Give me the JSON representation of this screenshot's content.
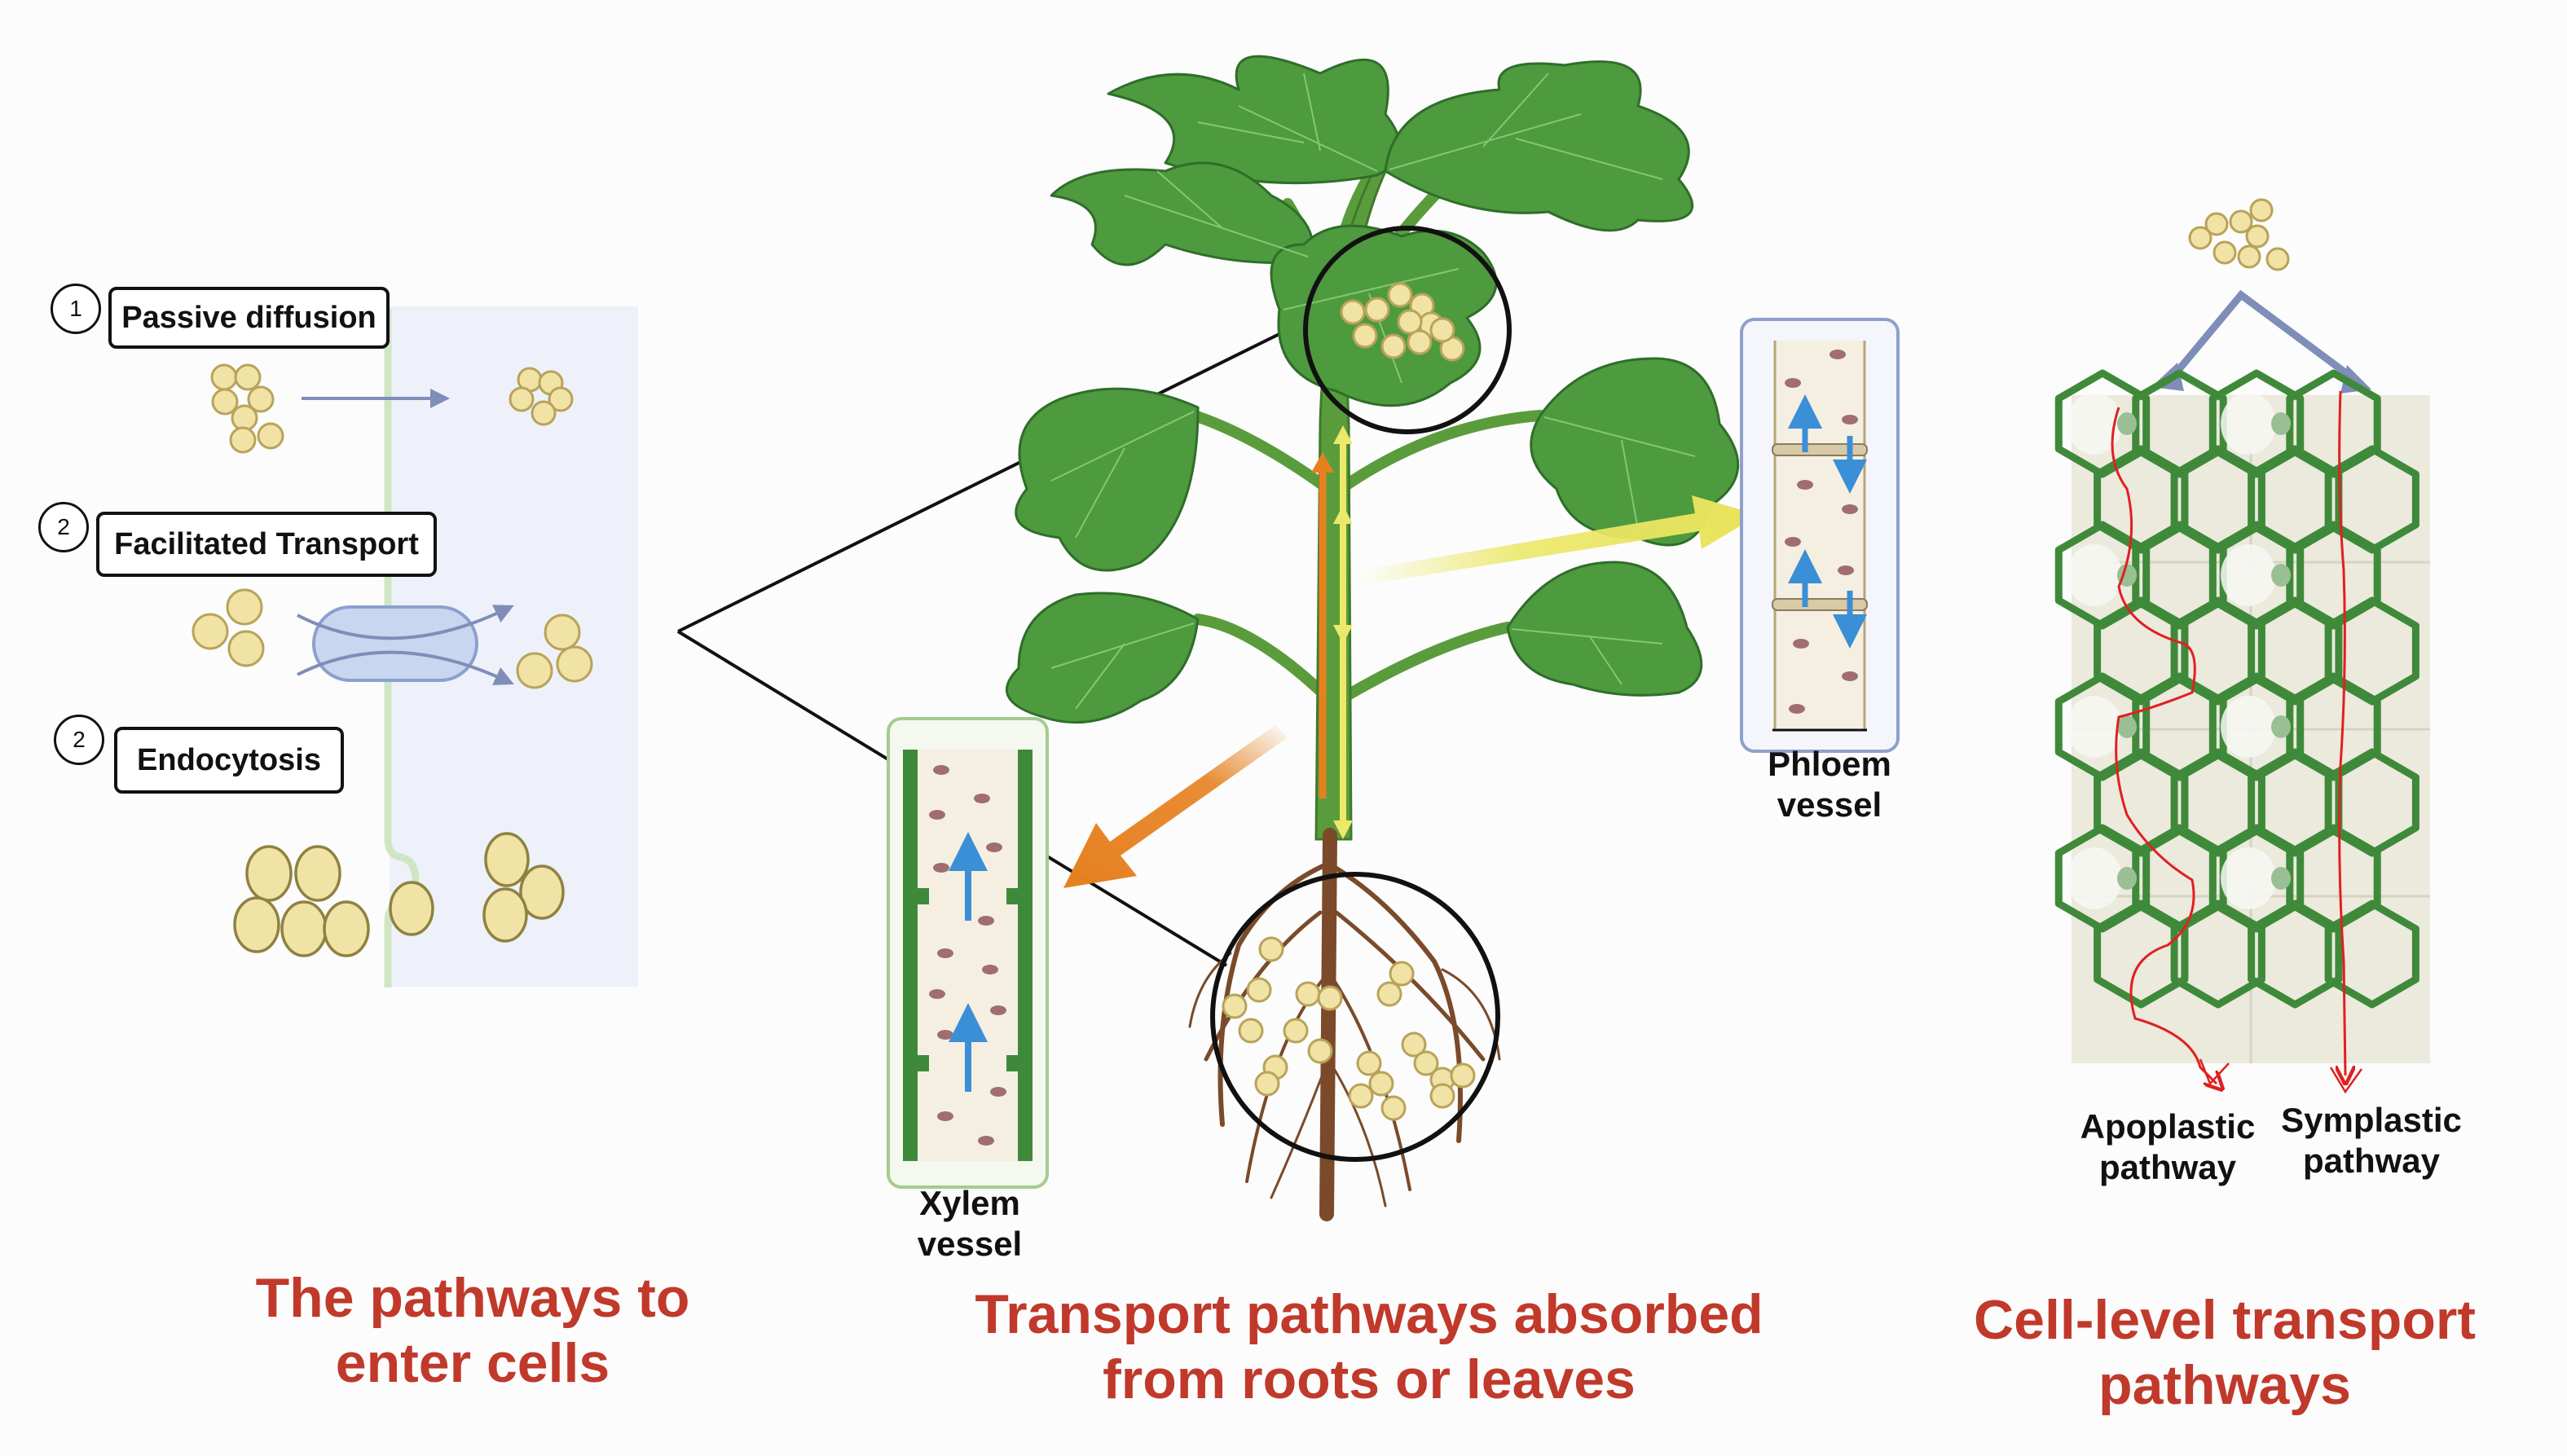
{
  "colors": {
    "title_red": "#c0392b",
    "leaf_green": "#4e9a3e",
    "leaf_dark": "#2f6e2a",
    "stem_green": "#5a9c3c",
    "root_brown": "#7a4a2a",
    "particle_fill": "#f1e2a6",
    "particle_stroke": "#b9a35a",
    "arrow_orange": "#e6801f",
    "arrow_yellow": "#ece86a",
    "arrow_blue": "#3a8fd6",
    "cell_wall_green": "#3f8a3a",
    "path_red": "#e02020"
  },
  "left_panel": {
    "steps": [
      {
        "number": "1",
        "label": "Passive diffusion"
      },
      {
        "number": "2",
        "label": "Facilitated Transport"
      },
      {
        "number": "2",
        "label": "Endocytosis"
      }
    ],
    "title_line1": "The pathways to",
    "title_line2": "enter cells"
  },
  "center_panel": {
    "xylem_line1": "Xylem",
    "xylem_line2": "vessel",
    "phloem_line1": "Phloem",
    "phloem_line2": "vessel",
    "title_line1": "Transport pathways absorbed",
    "title_line2": "from roots or leaves"
  },
  "right_panel": {
    "apoplastic_line1": "Apoplastic",
    "apoplastic_line2": "pathway",
    "symplastic_line1": "Symplastic",
    "symplastic_line2": "pathway",
    "title_line1": "Cell-level transport",
    "title_line2": "pathways"
  }
}
